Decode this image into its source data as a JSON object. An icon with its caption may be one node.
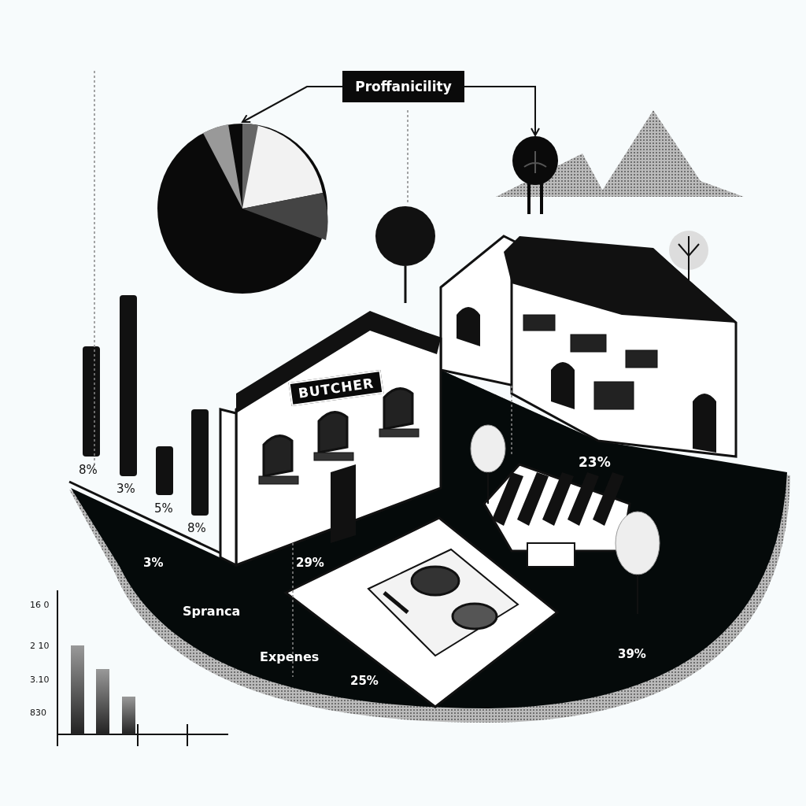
{
  "diagram": {
    "nodes": [
      {
        "text": [
          "Proffanicility"
        ]
      },
      {
        "text": [],
        "shape": "picture"
      },
      {
        "text": [],
        "shape": "tree"
      },
      {
        "text": [
          "BUTCHER"
        ]
      }
    ],
    "edges": [
      {
        "from": 0,
        "to": 1,
        "arrow": "to"
      },
      {
        "from": 0,
        "to": 2,
        "arrow": "to"
      }
    ],
    "labels": [
      "8%",
      "3%",
      "5%",
      "8%",
      "3%",
      "29%",
      "23%",
      "Spranca",
      "Expenes",
      "25%",
      "39%",
      "16 0",
      "2 10",
      "3.10",
      "830"
    ]
  }
}
